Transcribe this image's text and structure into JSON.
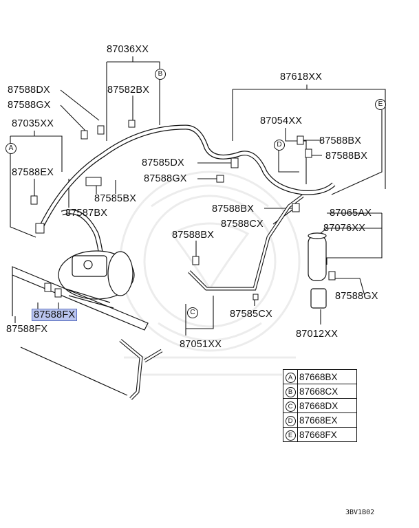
{
  "labels": {
    "p87036XX": "87036XX",
    "p87618XX": "87618XX",
    "p87588DX": "87588DX",
    "p87588GX_top": "87588GX",
    "p87582BX": "87582BX",
    "p87035XX": "87035XX",
    "p87054XX": "87054XX",
    "p87588BX_a": "87588BX",
    "p87588BX_b": "87588BX",
    "p87585DX": "87585DX",
    "p87588EX": "87588EX",
    "p87588GX_mid": "87588GX",
    "p87585BX": "87585BX",
    "p87587BX": "87587BX",
    "p87588BX_c": "87588BX",
    "p87065AX": "87065AX",
    "p87588CX": "87588CX",
    "p87076XX": "87076XX",
    "p87588BX_d": "87588BX",
    "p87588GX_right": "87588GX",
    "p87588FX_hl": "87588FX",
    "p87585CX": "87585CX",
    "p87588FX": "87588FX",
    "p87012XX": "87012XX",
    "p87051XX": "87051XX"
  },
  "callouts": {
    "A": "A",
    "B": "B",
    "C": "C",
    "D": "D",
    "E": "E"
  },
  "legend": [
    {
      "key": "A",
      "part": "87668BX"
    },
    {
      "key": "B",
      "part": "87668CX"
    },
    {
      "key": "C",
      "part": "87668DX"
    },
    {
      "key": "D",
      "part": "87668EX"
    },
    {
      "key": "E",
      "part": "87668FX"
    }
  ],
  "diagram_code": "3BV1B02"
}
